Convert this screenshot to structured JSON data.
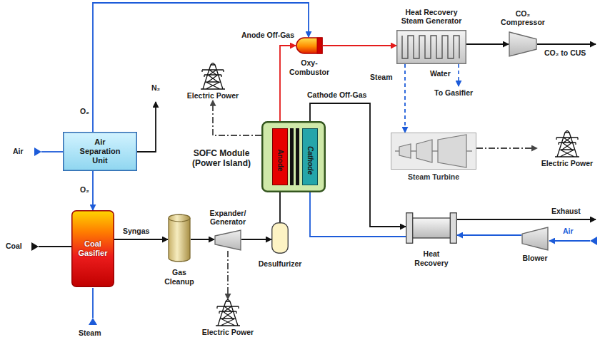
{
  "diagram": {
    "nodes": [
      {
        "text": [
          "Oxy-Combustor"
        ]
      },
      {
        "text": [
          "Heat Recovery Steam Generator"
        ]
      },
      {
        "text": [
          "CO₂ Compressor"
        ]
      },
      {
        "text": [
          "Electric Power"
        ]
      },
      {
        "text": [
          "Air Separation Unit"
        ]
      },
      {
        "text": [
          "SOFC Module (Power Island)"
        ]
      },
      {
        "text": [
          "Anode"
        ],
        "in": 5
      },
      {
        "text": [
          "Cathode"
        ],
        "in": 5
      },
      {
        "text": [
          "Steam Turbine"
        ]
      },
      {
        "text": [
          "Electric Power"
        ]
      },
      {
        "text": [
          "Coal Gasifier"
        ]
      },
      {
        "text": [
          "Gas Cleanup"
        ]
      },
      {
        "text": [
          "Expander/ Generator"
        ]
      },
      {
        "text": [
          "Desulfurizer"
        ]
      },
      {
        "text": [
          "Heat Recovery"
        ]
      },
      {
        "text": [
          "Blower"
        ]
      },
      {
        "text": [
          "Electric Power"
        ]
      }
    ],
    "edges": [
      {
        "from": 4,
        "to": 0,
        "arrow": "to",
        "label": "O₂"
      },
      {
        "from": 4,
        "to": 10,
        "arrow": "to",
        "label": "O₂"
      },
      {
        "from": 10,
        "to": 11,
        "arrow": "to",
        "label": "Syngas"
      },
      {
        "from": 11,
        "to": 12,
        "arrow": "to"
      },
      {
        "from": 12,
        "to": 13,
        "arrow": "to"
      },
      {
        "from": 13,
        "to": 6,
        "arrow": "to"
      },
      {
        "from": 6,
        "to": 0,
        "arrow": "to"
      },
      {
        "from": 0,
        "to": 1,
        "arrow": "to"
      },
      {
        "from": 1,
        "to": 2,
        "arrow": "to"
      },
      {
        "from": 1,
        "to": 8,
        "arrow": "to"
      },
      {
        "from": 5,
        "to": 3,
        "arrow": "to"
      },
      {
        "from": 8,
        "to": 9,
        "arrow": "to"
      },
      {
        "from": 12,
        "to": 16,
        "arrow": "to"
      },
      {
        "from": 7,
        "to": 14,
        "arrow": "to"
      },
      {
        "from": 15,
        "to": 14,
        "arrow": "to"
      },
      {
        "from": 14,
        "to": 7,
        "arrow": "to"
      }
    ],
    "labels": [
      "Anode Off-Gas",
      "CO₂ to CUS",
      "Steam",
      "Water",
      "To Gasifier",
      "N₂",
      "Air",
      "Cathode Off-Gas",
      "Coal",
      "Exhaust",
      "Air",
      "Steam"
    ]
  }
}
